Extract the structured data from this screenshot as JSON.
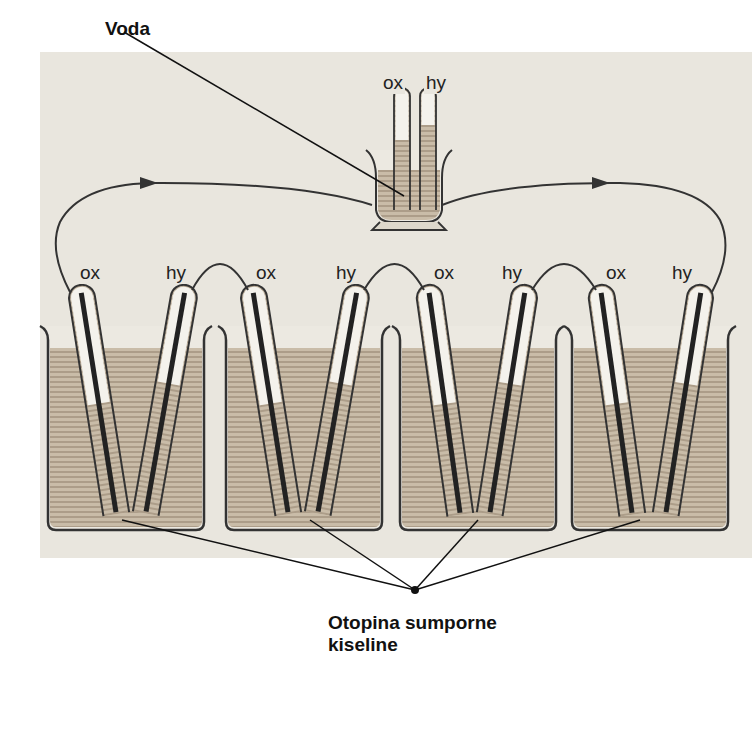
{
  "diagram": {
    "labels": [
      "Voda",
      "ox",
      "hy",
      "ox",
      "hy",
      "ox",
      "hy",
      "ox",
      "hy",
      "ox",
      "hy",
      "Otopina sumporne kiseline"
    ]
  }
}
